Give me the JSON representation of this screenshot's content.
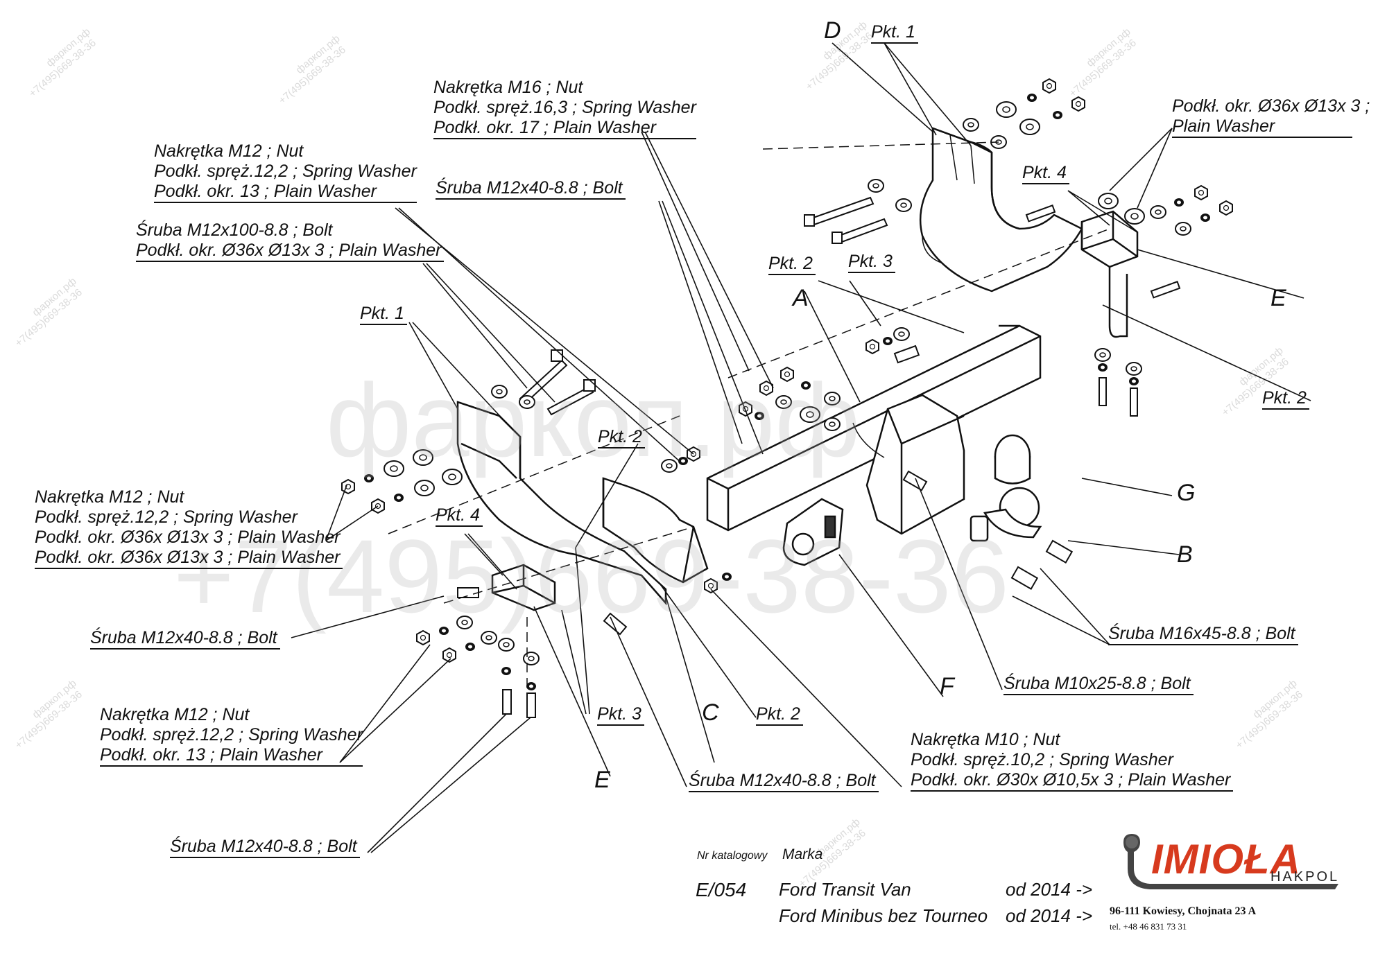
{
  "watermark": {
    "site": "фаркоп.рф",
    "phone": "+7(495)669-38-36",
    "big_site": "фаркоп.рф",
    "big_phone": "+7(495)669-38-36"
  },
  "letters": {
    "a": "A",
    "b": "B",
    "c": "C",
    "d": "D",
    "e_right": "E",
    "e_left": "E",
    "f": "F",
    "g": "G"
  },
  "labels": {
    "pkt1_top": "Pkt. 1",
    "nut_m16": [
      "Nakrętka  M16 ; Nut",
      "Podkł. spręż.16,3 ; Spring Washer",
      "Podkł. okr. 17 ; Plain Washer"
    ],
    "washer_36_top": [
      "Podkł. okr.  Ø36x Ø13x 3 ;",
      "Plain Washer"
    ],
    "nut_m12_top": [
      "Nakrętka  M12 ; Nut",
      "Podkł. spręż.12,2 ; Spring Washer",
      "Podkł. okr. 13 ; Plain Washer"
    ],
    "bolt_m12x40_top": "Śruba M12x40-8.8 ;  Bolt",
    "pkt4_right": "Pkt. 4",
    "bolt_m12x100": [
      "Śruba M12x100-8.8 ;  Bolt",
      "Podkł. okr.  Ø36x Ø13x 3 ; Plain Washer"
    ],
    "pkt2_upper": "Pkt. 2",
    "pkt3_upper": "Pkt. 3",
    "pkt1_left": "Pkt. 1",
    "pkt2_right": "Pkt. 2",
    "pkt2_mid": "Pkt. 2",
    "nut_m12_left": [
      "Nakrętka  M12 ; Nut",
      "Podkł. spręż.12,2 ; Spring Washer",
      "Podkł. okr.  Ø36x Ø13x 3 ; Plain Washer",
      "Podkł. okr.  Ø36x Ø13x 3 ; Plain Washer"
    ],
    "pkt4_left": "Pkt. 4",
    "bolt_m12x40_left": "Śruba M12x40-8.8 ;  Bolt",
    "bolt_m16x45": "Śruba M16x45-8.8 ;  Bolt",
    "bolt_m10x25": "Śruba M10x25-8.8 ;  Bolt",
    "nut_m12_bottom": [
      "Nakrętka  M12 ; Nut",
      "Podkł. spręż.12,2 ; Spring Washer",
      "Podkł. okr. 13 ; Plain Washer"
    ],
    "pkt3_lower": "Pkt. 3",
    "pkt2_lower": "Pkt. 2",
    "nut_m10": [
      "Nakrętka  M10 ; Nut",
      "Podkł. spręż.10,2 ; Spring Washer",
      "Podkł. okr.  Ø30x Ø10,5x 3 ; Plain Washer"
    ],
    "bolt_m12x40_bottom": "Śruba M12x40-8.8 ;  Bolt",
    "bolt_m12x40_bottom2": "Śruba M12x40-8.8 ;  Bolt"
  },
  "title_block": {
    "catalog_label": "Nr katalogowy",
    "brand_label": "Marka",
    "catalog_no": "E/054",
    "models": [
      {
        "name": "Ford Transit  Van",
        "years": "od  2014 ->"
      },
      {
        "name": "Ford Minibus bez Tourneo",
        "years": "od  2014 ->"
      }
    ]
  },
  "company": {
    "logo": "IMIOŁA",
    "sub": "HAKPOL",
    "address": "96-111 Kowiesy, Chojnata 23 A",
    "phone": "tel. +48 46 831 73 31",
    "brand_color": "#d73a1e"
  }
}
